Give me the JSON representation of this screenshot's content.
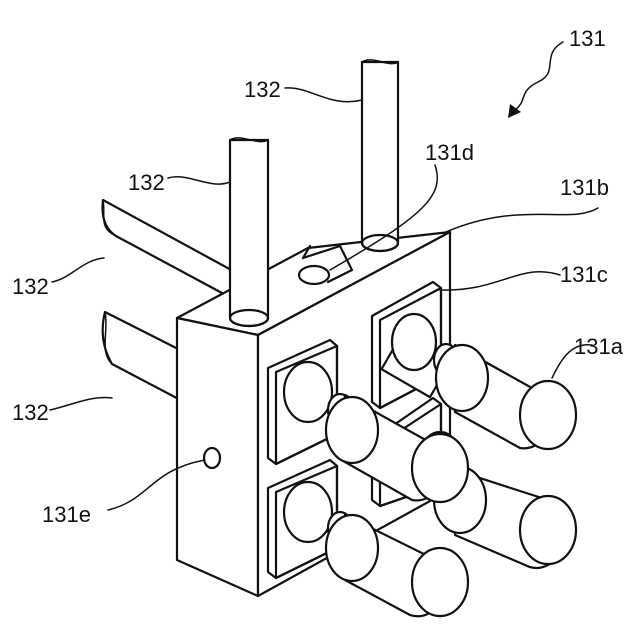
{
  "labels": {
    "assembly": "131",
    "rod_top_right": "132",
    "rod_top_left": "132",
    "rod_left_upper": "132",
    "rod_left_lower": "132",
    "hole_top": "131d",
    "block": "131b",
    "bracket": "131c",
    "plunger": "131a",
    "hole_side": "131e"
  }
}
